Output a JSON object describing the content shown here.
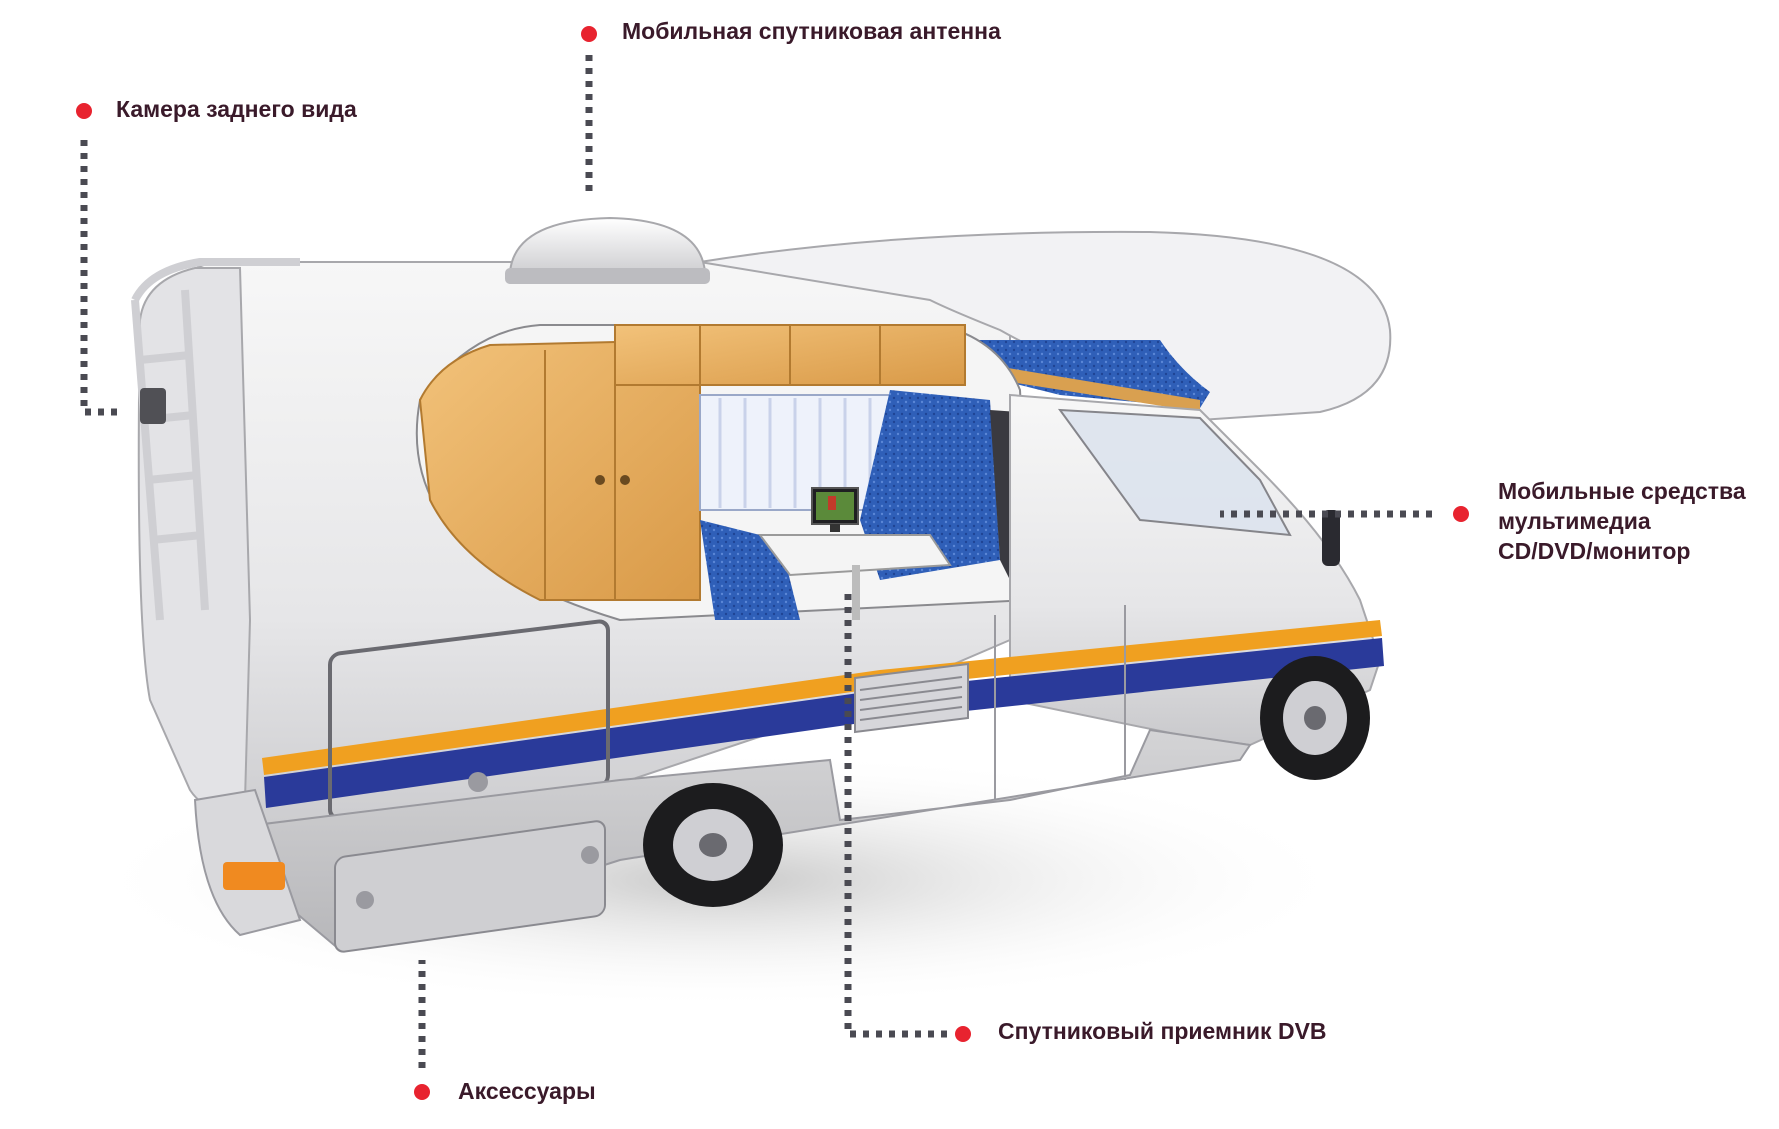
{
  "callouts": {
    "satellite_antenna": "Мобильная спутниковая антенна",
    "rear_camera": "Камера заднего вида",
    "multimedia": [
      "Мобильные средства",
      "мультимедиа",
      "CD/DVD/монитор"
    ],
    "dvb_receiver": "Спутниковый приемник DVB",
    "accessories": "Аксессуары"
  },
  "colors": {
    "marker": "#e8232f",
    "leader": "#4a4a52",
    "label_text": "#3a1a2a",
    "stripe_orange": "#f0a020",
    "stripe_blue": "#2a3a9a",
    "upholstery": "#2f5fb8",
    "wood": "#e8b060"
  }
}
